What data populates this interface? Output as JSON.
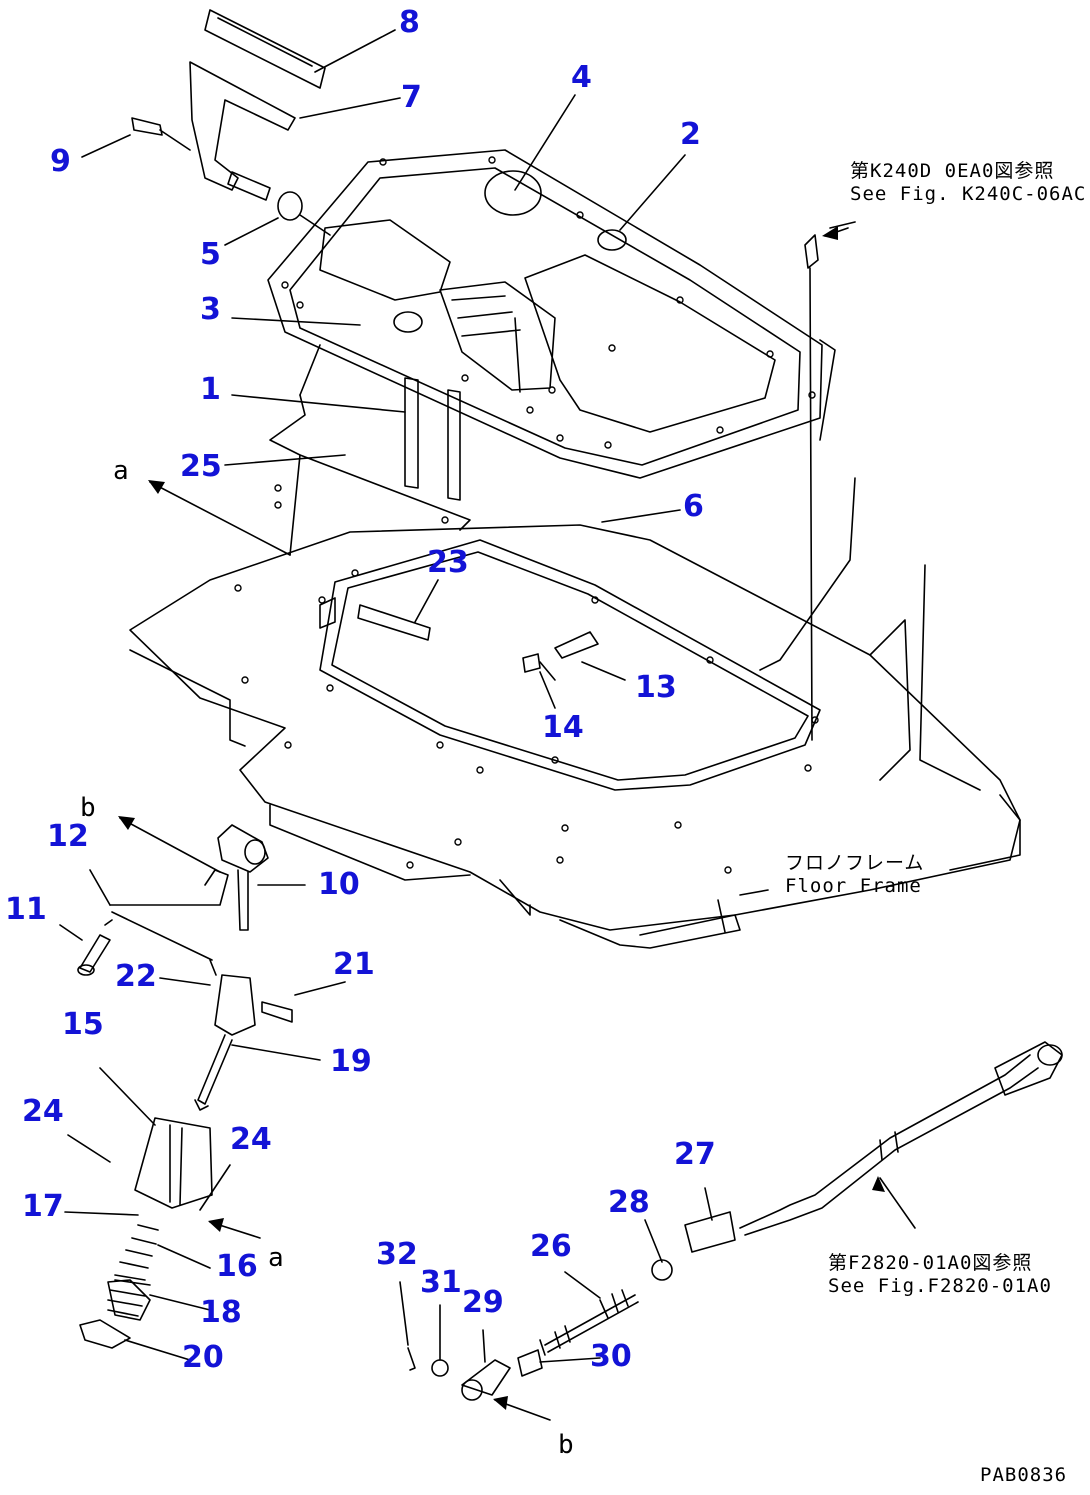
{
  "labels": [
    {
      "id": "8",
      "text": "8"
    },
    {
      "id": "7",
      "text": "7"
    },
    {
      "id": "9",
      "text": "9"
    },
    {
      "id": "4",
      "text": "4"
    },
    {
      "id": "2",
      "text": "2"
    },
    {
      "id": "5",
      "text": "5"
    },
    {
      "id": "3",
      "text": "3"
    },
    {
      "id": "1",
      "text": "1"
    },
    {
      "id": "25",
      "text": "25"
    },
    {
      "id": "6",
      "text": "6"
    },
    {
      "id": "23",
      "text": "23"
    },
    {
      "id": "13",
      "text": "13"
    },
    {
      "id": "14",
      "text": "14"
    },
    {
      "id": "12",
      "text": "12"
    },
    {
      "id": "10",
      "text": "10"
    },
    {
      "id": "11",
      "text": "11"
    },
    {
      "id": "22",
      "text": "22"
    },
    {
      "id": "21",
      "text": "21"
    },
    {
      "id": "15",
      "text": "15"
    },
    {
      "id": "19",
      "text": "19"
    },
    {
      "id": "24a",
      "text": "24"
    },
    {
      "id": "24b",
      "text": "24"
    },
    {
      "id": "17",
      "text": "17"
    },
    {
      "id": "16",
      "text": "16"
    },
    {
      "id": "18",
      "text": "18"
    },
    {
      "id": "20",
      "text": "20"
    },
    {
      "id": "27",
      "text": "27"
    },
    {
      "id": "28",
      "text": "28"
    },
    {
      "id": "26",
      "text": "26"
    },
    {
      "id": "32",
      "text": "32"
    },
    {
      "id": "31",
      "text": "31"
    },
    {
      "id": "29",
      "text": "29"
    },
    {
      "id": "30",
      "text": "30"
    }
  ],
  "refs": {
    "k2400_jp": "第K240D 0EA0図参照",
    "k2400_en": "See Fig. K240C-06AC",
    "f2820_jp": "第F2820-01A0図参照",
    "f2820_en": "See Fig.F2820-01A0",
    "floor_jp": "フロノフレーム",
    "floor_en": "Floor Frame"
  },
  "letters": {
    "a1": "a",
    "a2": "a",
    "b1": "b",
    "b2": "b"
  },
  "code": "PAB0836",
  "colors": {
    "label": "#1313d6",
    "line": "#000000"
  }
}
